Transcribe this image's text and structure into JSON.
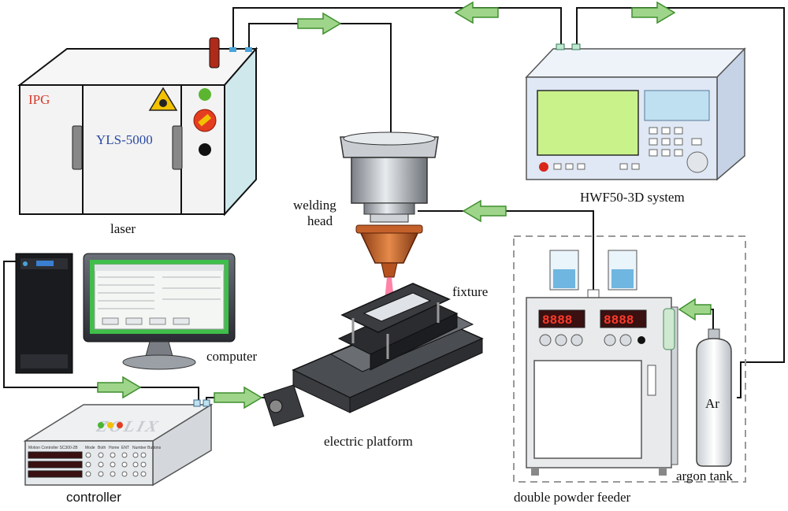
{
  "labels": {
    "laser": "laser",
    "laser_brand": "IPG",
    "laser_model": "YLS-5000",
    "welding_head_line1": "welding",
    "welding_head_line2": "head",
    "hwf_system": "HWF50-3D system",
    "fixture": "fixture",
    "computer": "computer",
    "electric_platform": "electric platform",
    "controller": "controller",
    "controller_brand": "ZOLIX",
    "controller_model": "Motion Controller SC300-2B",
    "controller_cols": [
      "Mode",
      "Both",
      "Home",
      "ENT"
    ],
    "controller_keys_label": "Number Buttons",
    "double_powder_feeder": "double powder feeder",
    "argon_tank": "argon tank",
    "argon": "Ar",
    "feeder_display_left": "8888",
    "feeder_display_right": "8888"
  },
  "colors": {
    "arrow_fill": "#9fd58a",
    "arrow_stroke": "#3f8f2f",
    "laser_body": "#f3f3f3",
    "laser_side": "#cfe8ec",
    "hwf_body": "#dfe8f4",
    "hwf_screen": "#c9f28a",
    "computer_screen": "#3fbf4a",
    "nozzle": "#d06a2a"
  }
}
